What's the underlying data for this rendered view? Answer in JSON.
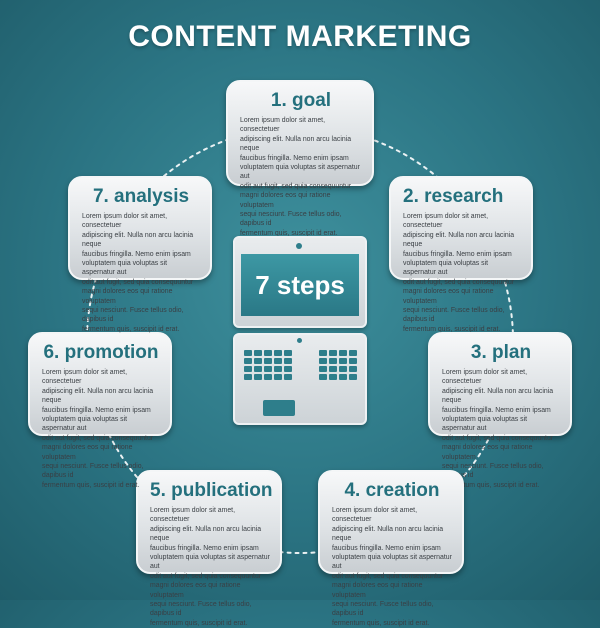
{
  "title": "CONTENT MARKETING",
  "center_label": "7 steps",
  "colors": {
    "background": "#2b7483",
    "accent": "#24707d",
    "card": "#e2e5e8"
  },
  "icons": [
    "laptop-icon"
  ],
  "steps": [
    {
      "heading": "1. goal",
      "body": "Lorem ipsum dolor sit amet, consectetuer\nadipiscing elit. Nulla non arcu lacinia neque\nfaucibus fringilla. Nemo enim ipsam\nvoluptatem quia voluptas sit aspernatur aut\nodit aut fugit, sed quia consequuntur\nmagni dolores eos qui ratione voluptatem\nsequi nesciunt. Fusce tellus odio, dapibus id\nfermentum quis, suscipit id erat."
    },
    {
      "heading": "2. research",
      "body": "Lorem ipsum dolor sit amet, consectetuer\nadipiscing elit. Nulla non arcu lacinia neque\nfaucibus fringilla. Nemo enim ipsam\nvoluptatem quia voluptas sit aspernatur aut\nodit aut fugit, sed quia consequuntur\nmagni dolores eos qui ratione voluptatem\nsequi nesciunt. Fusce tellus odio, dapibus id\nfermentum quis, suscipit id erat."
    },
    {
      "heading": "3. plan",
      "body": "Lorem ipsum dolor sit amet, consectetuer\nadipiscing elit. Nulla non arcu lacinia neque\nfaucibus fringilla. Nemo enim ipsam\nvoluptatem quia voluptas sit aspernatur aut\nodit aut fugit, sed quia consequuntur\nmagni dolores eos qui ratione voluptatem\nsequi nesciunt. Fusce tellus odio, dapibus id\nfermentum quis, suscipit id erat."
    },
    {
      "heading": "4. creation",
      "body": "Lorem ipsum dolor sit amet, consectetuer\nadipiscing elit. Nulla non arcu lacinia neque\nfaucibus fringilla. Nemo enim ipsam\nvoluptatem quia voluptas sit aspernatur aut\nodit aut fugit, sed quia consequuntur\nmagni dolores eos qui ratione voluptatem\nsequi nesciunt. Fusce tellus odio, dapibus id\nfermentum quis, suscipit id erat."
    },
    {
      "heading": "5. publication",
      "body": "Lorem ipsum dolor sit amet, consectetuer\nadipiscing elit. Nulla non arcu lacinia neque\nfaucibus fringilla. Nemo enim ipsam\nvoluptatem quia voluptas sit aspernatur aut\nodit aut fugit, sed quia consequuntur\nmagni dolores eos qui ratione voluptatem\nsequi nesciunt. Fusce tellus odio, dapibus id\nfermentum quis, suscipit id erat."
    },
    {
      "heading": "6. promotion",
      "body": "Lorem ipsum dolor sit amet, consectetuer\nadipiscing elit. Nulla non arcu lacinia neque\nfaucibus fringilla. Nemo enim ipsam\nvoluptatem quia voluptas sit aspernatur aut\nodit aut fugit, sed quia consequuntur\nmagni dolores eos qui ratione voluptatem\nsequi nesciunt. Fusce tellus odio, dapibus id\nfermentum quis, suscipit id erat."
    },
    {
      "heading": "7. analysis",
      "body": "Lorem ipsum dolor sit amet, consectetuer\nadipiscing elit. Nulla non arcu lacinia neque\nfaucibus fringilla. Nemo enim ipsam\nvoluptatem quia voluptas sit aspernatur aut\nodit aut fugit, sed quia consequuntur\nmagni dolores eos qui ratione voluptatem\nsequi nesciunt. Fusce tellus odio, dapibus id\nfermentum quis, suscipit id erat."
    }
  ]
}
